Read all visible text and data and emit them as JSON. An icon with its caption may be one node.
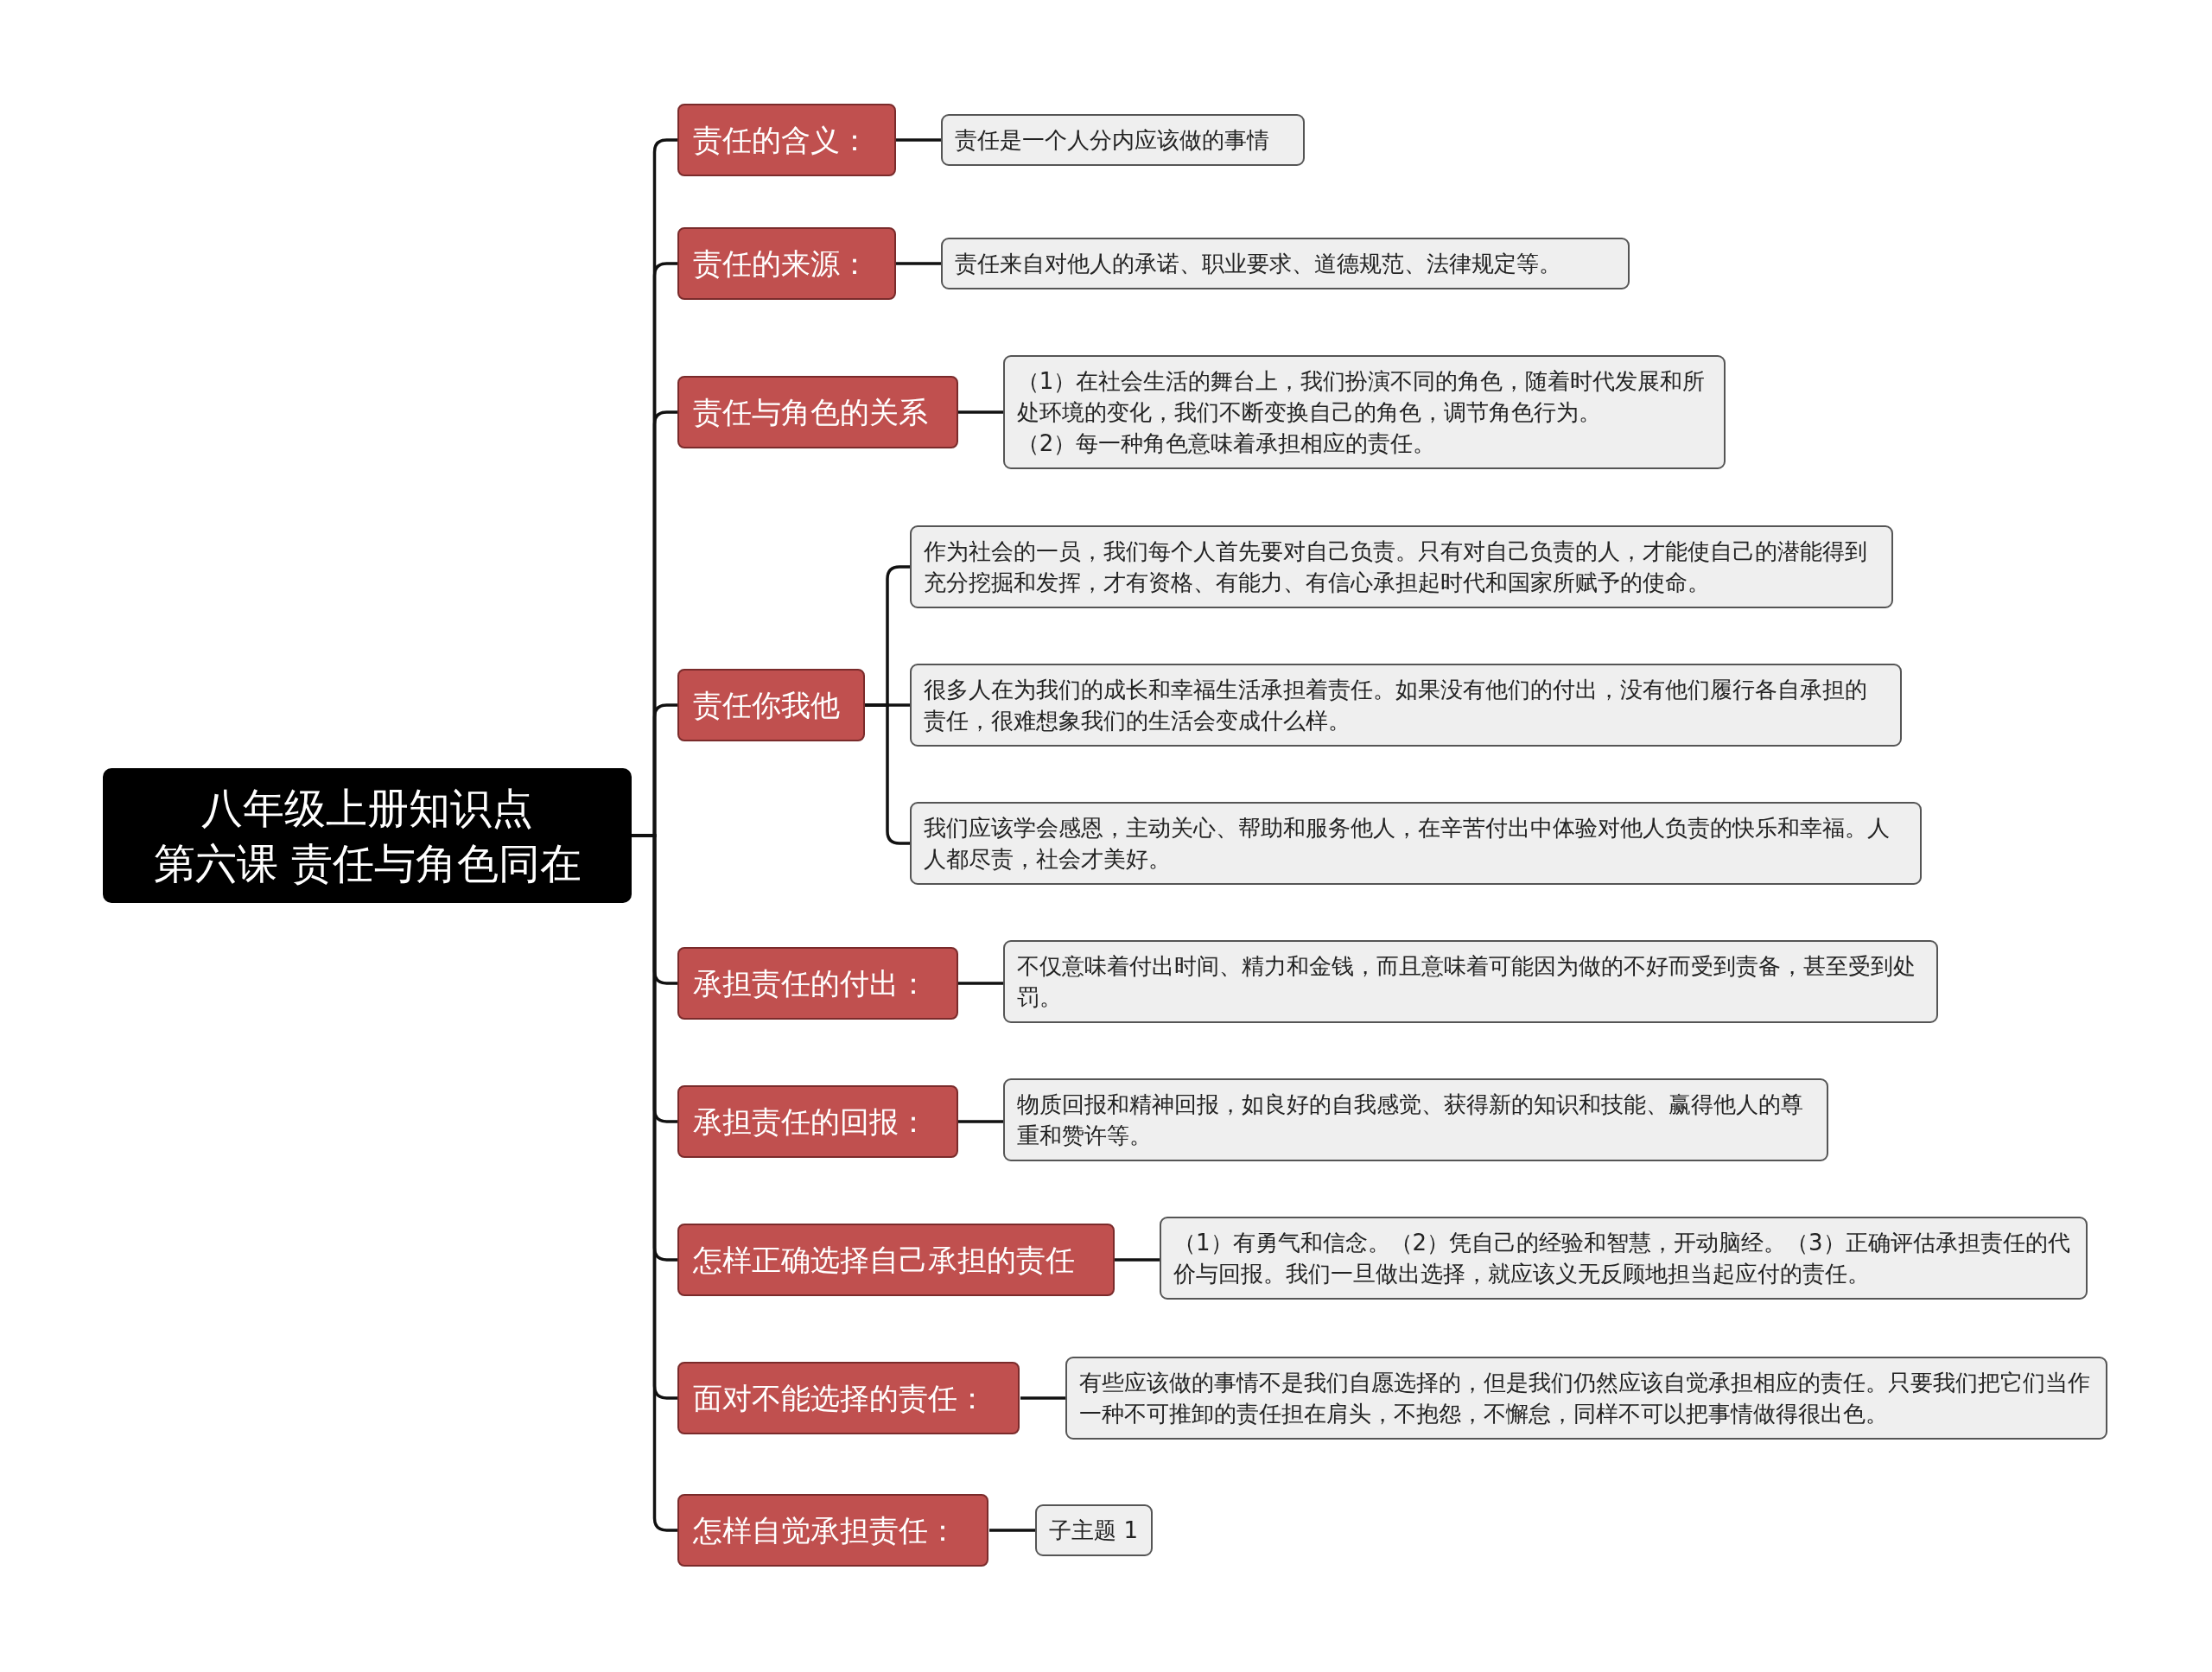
{
  "diagram": {
    "nodes": [
      {
        "text": [
          "八年级上册知识点",
          "第六课 责任与角色同在"
        ]
      },
      {
        "text": [
          "责任的含义："
        ]
      },
      {
        "text": [
          "责任是一个人分内应该做的事情"
        ]
      },
      {
        "text": [
          "责任的来源："
        ]
      },
      {
        "text": [
          "责任来自对他人的承诺、职业要求、道德规范、法律规定等。"
        ]
      },
      {
        "text": [
          "责任与角色的关系"
        ]
      },
      {
        "text": [
          "（1）在社会生活的舞台上，我们扮演不同的角色，随着时代发展和所处环境的变化，我们不断变换自己的角色，调节角色行为。",
          "（2）每一种角色意味着承担相应的责任。"
        ]
      },
      {
        "text": [
          "责任你我他"
        ]
      },
      {
        "text": [
          "作为社会的一员，我们每个人首先要对自己负责。只有对自己负责的人，才能使自己的潜能得到充分挖掘和发挥，才有资格、有能力、有信心承担起时代和国家所赋予的使命。"
        ]
      },
      {
        "text": [
          "很多人在为我们的成长和幸福生活承担着责任。如果没有他们的付出，没有他们履行各自承担的责任，很难想象我们的生活会变成什么样。"
        ]
      },
      {
        "text": [
          "我们应该学会感恩，主动关心、帮助和服务他人，在辛苦付出中体验对他人负责的快乐和幸福。人人都尽责，社会才美好。"
        ]
      },
      {
        "text": [
          "承担责任的付出："
        ]
      },
      {
        "text": [
          "不仅意味着付出时间、精力和金钱，而且意味着可能因为做的不好而受到责备，甚至受到处罚。"
        ]
      },
      {
        "text": [
          "承担责任的回报："
        ]
      },
      {
        "text": [
          "物质回报和精神回报，如良好的自我感觉、获得新的知识和技能、赢得他人的尊重和赞许等。"
        ]
      },
      {
        "text": [
          "怎样正确选择自己承担的责任"
        ]
      },
      {
        "text": [
          "（1）有勇气和信念。（2）凭自己的经验和智慧，开动脑经。（3）正确评估承担责任的代价与回报。我们一旦做出选择，就应该义无反顾地担当起应付的责任。"
        ]
      },
      {
        "text": [
          "面对不能选择的责任："
        ]
      },
      {
        "text": [
          "有些应该做的事情不是我们自愿选择的，但是我们仍然应该自觉承担相应的责任。只要我们把它们当作一种不可推卸的责任担在肩头，不抱怨，不懈怠，同样不可以把事情做得很出色。"
        ]
      },
      {
        "text": [
          "怎样自觉承担责任："
        ]
      },
      {
        "text": [
          "子主题 1"
        ]
      }
    ],
    "edges": [
      {
        "from": 0,
        "to": 1,
        "arrow": "none"
      },
      {
        "from": 0,
        "to": 3,
        "arrow": "none"
      },
      {
        "from": 0,
        "to": 5,
        "arrow": "none"
      },
      {
        "from": 0,
        "to": 7,
        "arrow": "none"
      },
      {
        "from": 0,
        "to": 11,
        "arrow": "none"
      },
      {
        "from": 0,
        "to": 13,
        "arrow": "none"
      },
      {
        "from": 0,
        "to": 15,
        "arrow": "none"
      },
      {
        "from": 0,
        "to": 17,
        "arrow": "none"
      },
      {
        "from": 0,
        "to": 19,
        "arrow": "none"
      },
      {
        "from": 1,
        "to": 2,
        "arrow": "none"
      },
      {
        "from": 3,
        "to": 4,
        "arrow": "none"
      },
      {
        "from": 5,
        "to": 6,
        "arrow": "none"
      },
      {
        "from": 7,
        "to": 8,
        "arrow": "none"
      },
      {
        "from": 7,
        "to": 9,
        "arrow": "none"
      },
      {
        "from": 7,
        "to": 10,
        "arrow": "none"
      },
      {
        "from": 11,
        "to": 12,
        "arrow": "none"
      },
      {
        "from": 13,
        "to": 14,
        "arrow": "none"
      },
      {
        "from": 15,
        "to": 16,
        "arrow": "none"
      },
      {
        "from": 17,
        "to": 18,
        "arrow": "none"
      },
      {
        "from": 19,
        "to": 20,
        "arrow": "none"
      }
    ]
  }
}
